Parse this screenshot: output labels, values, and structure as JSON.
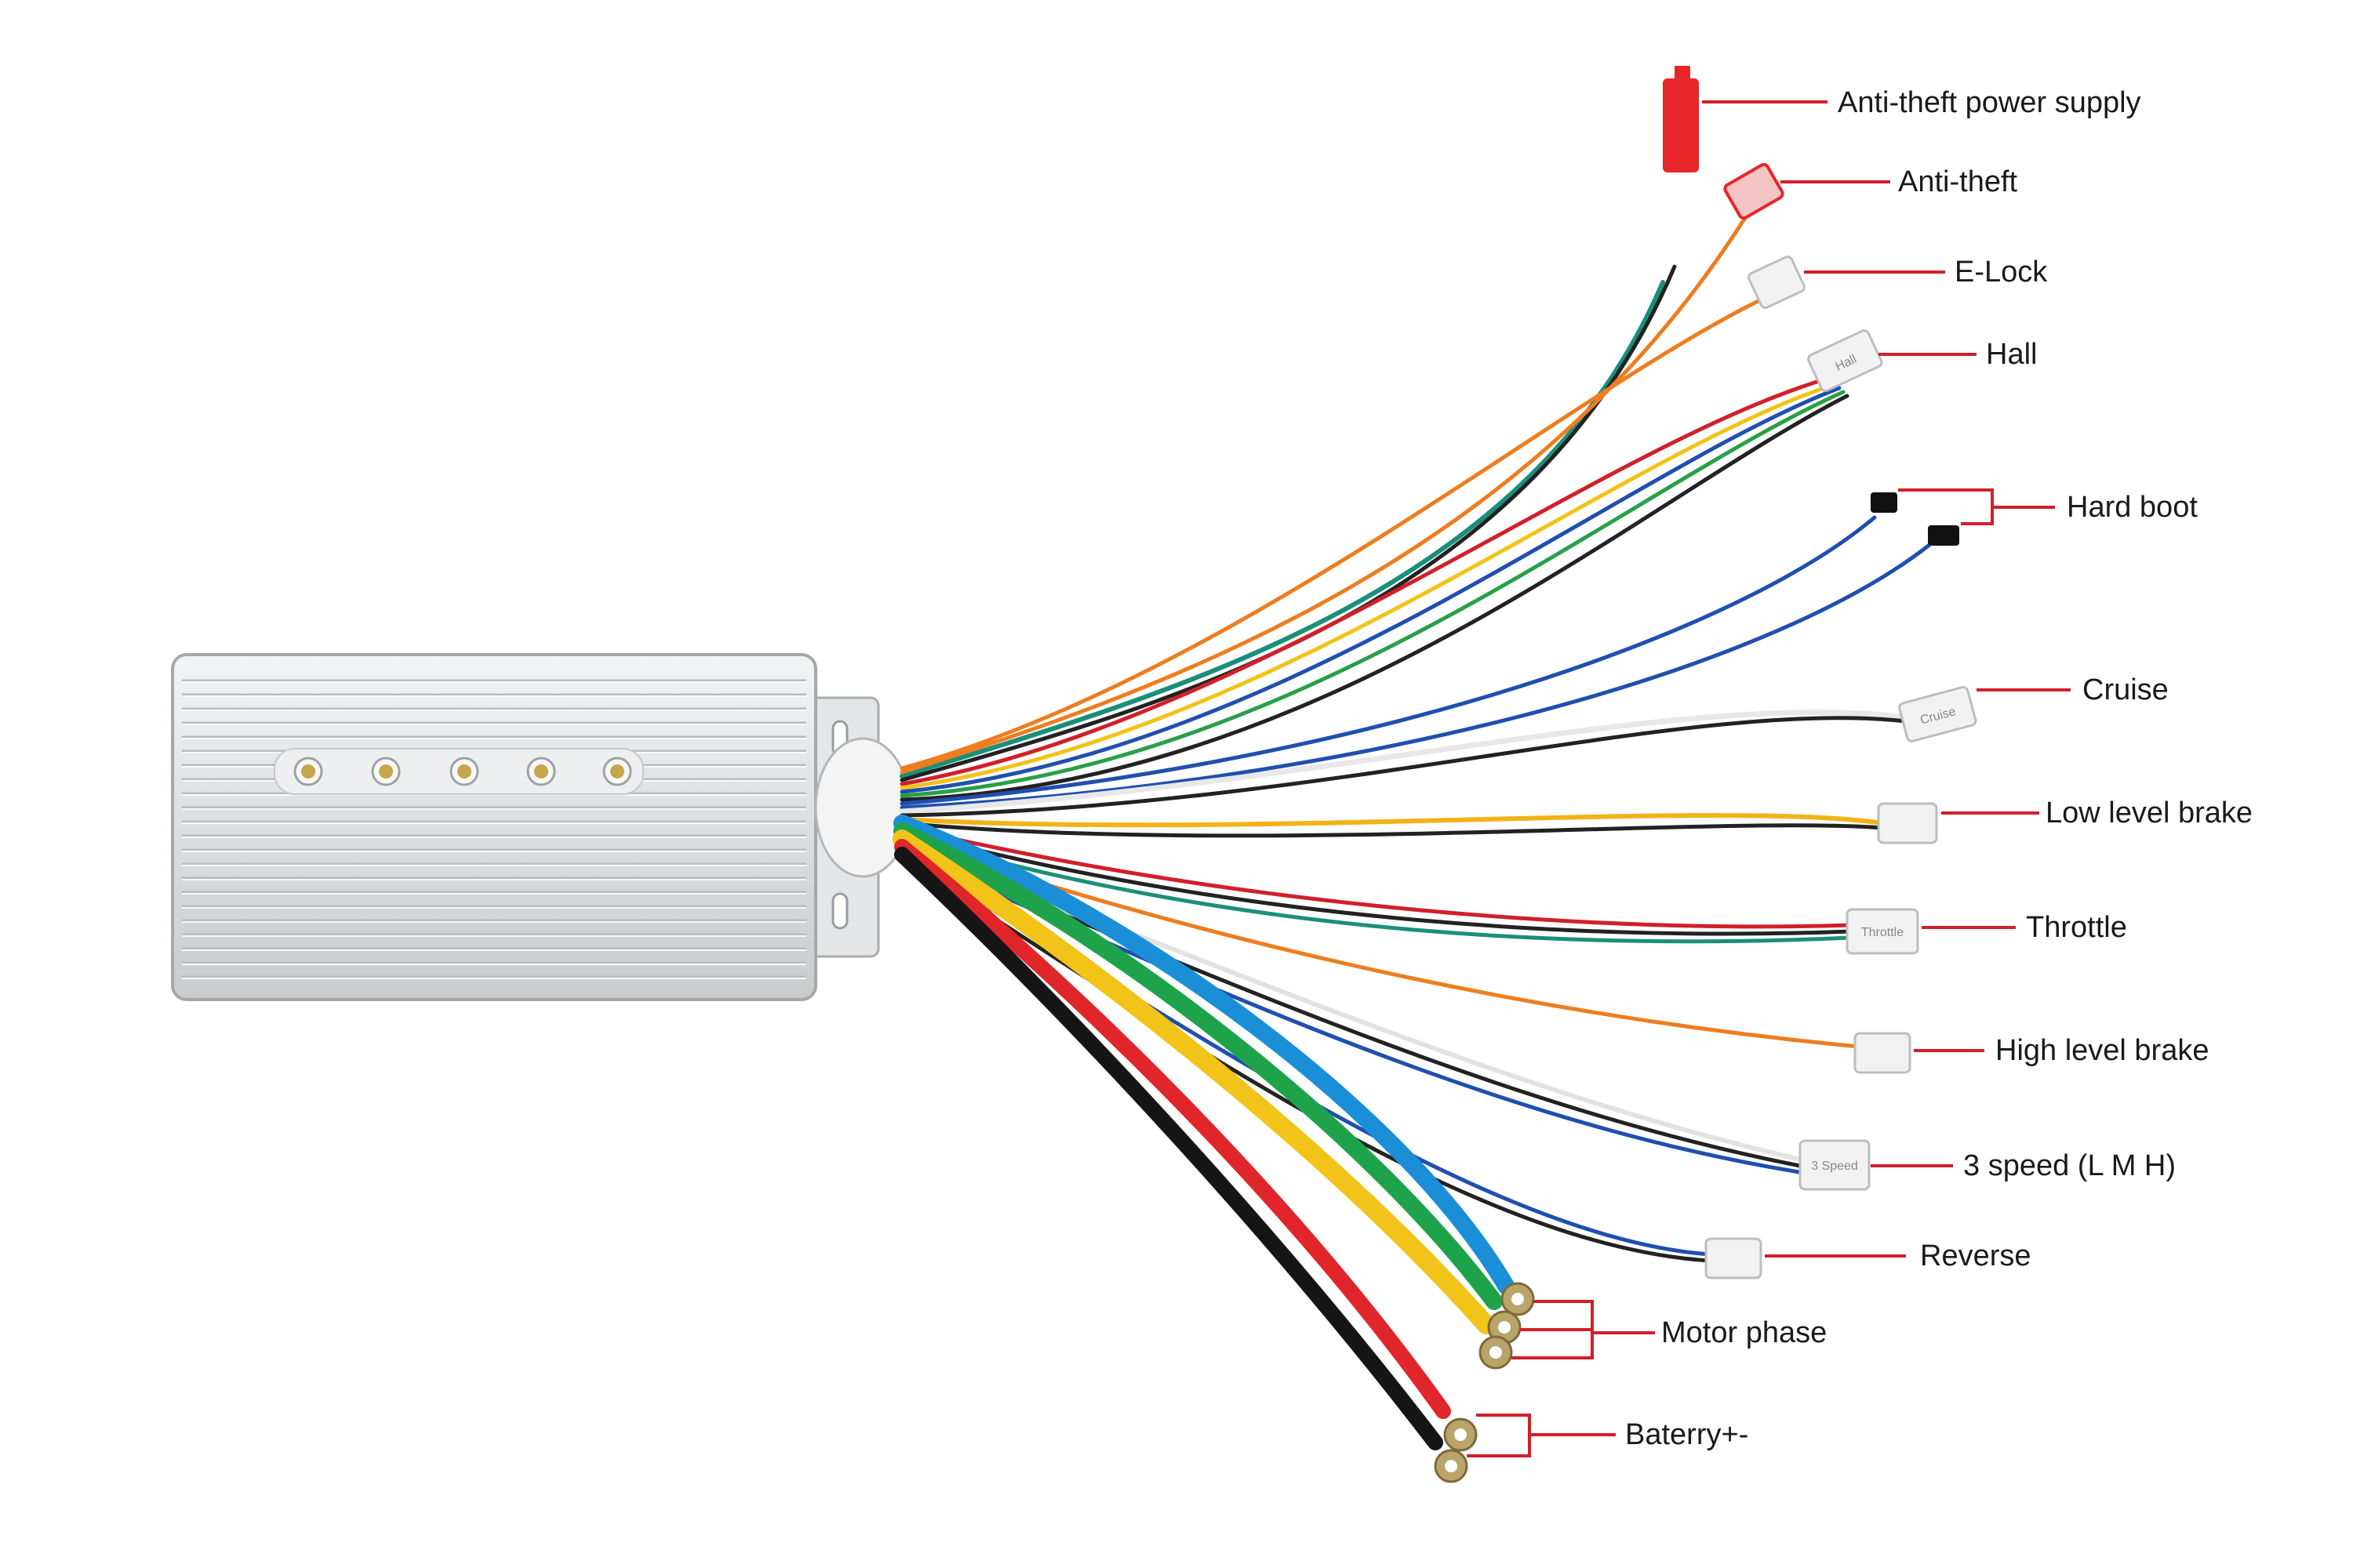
{
  "labels": [
    {
      "id": "anti-theft-power-supply",
      "text": "Anti-theft power  supply"
    },
    {
      "id": "anti-theft",
      "text": "Anti-theft"
    },
    {
      "id": "e-lock",
      "text": "E-Lock"
    },
    {
      "id": "hall",
      "text": "Hall"
    },
    {
      "id": "hard-boot",
      "text": "Hard boot"
    },
    {
      "id": "cruise",
      "text": "Cruise"
    },
    {
      "id": "low-level-brake",
      "text": "Low level brake"
    },
    {
      "id": "throttle",
      "text": "Throttle"
    },
    {
      "id": "high-level-brake",
      "text": "High level brake"
    },
    {
      "id": "three-speed",
      "text": "3 speed (L M H)"
    },
    {
      "id": "reverse",
      "text": "Reverse"
    },
    {
      "id": "motor-phase",
      "text": "Motor phase"
    },
    {
      "id": "battery",
      "text": "Baterry+-"
    }
  ],
  "connector_marks": {
    "hall": "Hall",
    "cruise": "Cruise",
    "throttle": "Throttle",
    "three_speed": "3 Speed"
  },
  "colors": {
    "leader_line": "#d0202a",
    "housing": "#d9dbdc",
    "connector": "#f2f2f2",
    "anti_theft_plug": "#e8262a"
  }
}
